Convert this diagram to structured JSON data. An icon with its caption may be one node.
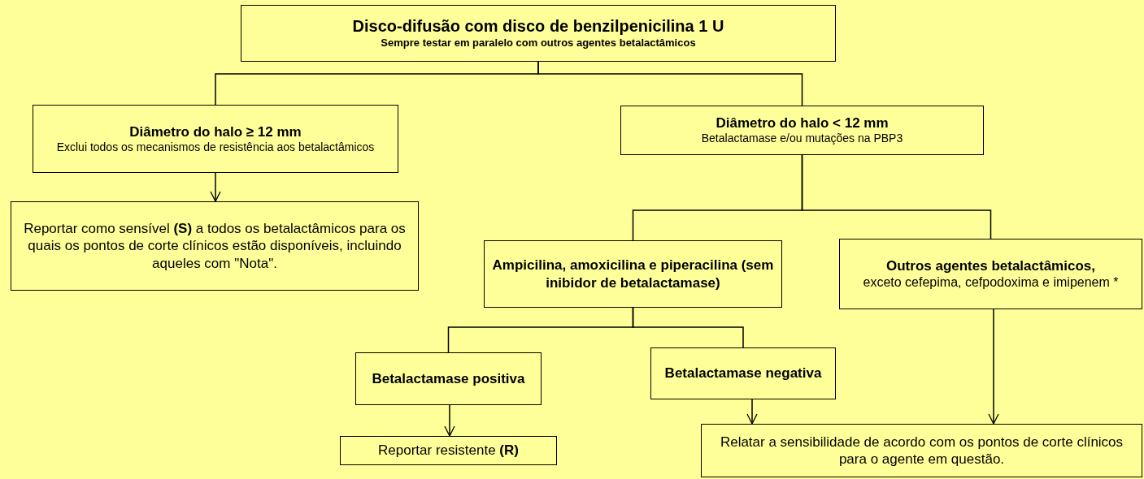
{
  "diagram": {
    "nodes": [
      {
        "text": [
          "Disco-difusão com disco de benzilpenicilina 1 U",
          "Sempre testar em paralelo com outros agentes betalactâmicos"
        ]
      },
      {
        "text": [
          "Diâmetro do halo ≥ 12 mm",
          "Exclui todos os mecanismos de resistência aos betalactâmicos"
        ]
      },
      {
        "text": [
          "Diâmetro do halo < 12 mm",
          "Betalactamase e/ou mutações na PBP3"
        ]
      },
      {
        "text": [
          "Reportar como sensível **(S)** a todos os betalactâmicos para os quais os pontos de corte clínicos estão disponíveis, incluindo aqueles com \"Nota\"."
        ]
      },
      {
        "text": [
          "Ampicilina, amoxicilina e piperacilina (sem inibidor de betalactamase)"
        ]
      },
      {
        "text": [
          "Outros agentes betalactâmicos,",
          "exceto cefepima, cefpodoxima e imipenem *"
        ]
      },
      {
        "text": [
          "Betalactamase positiva"
        ]
      },
      {
        "text": [
          "Betalactamase negativa"
        ]
      },
      {
        "text": [
          "Reportar resistente **(R)**"
        ]
      },
      {
        "text": [
          "Relatar a sensibilidade de acordo com os pontos de corte clínicos para o agente em questão."
        ]
      }
    ],
    "edges": [
      {
        "from": 0,
        "to": 1,
        "arrow": "none"
      },
      {
        "from": 0,
        "to": 2,
        "arrow": "none"
      },
      {
        "from": 1,
        "to": 3,
        "arrow": "to"
      },
      {
        "from": 2,
        "to": 4,
        "arrow": "none"
      },
      {
        "from": 2,
        "to": 5,
        "arrow": "none"
      },
      {
        "from": 4,
        "to": 6,
        "arrow": "none"
      },
      {
        "from": 4,
        "to": 7,
        "arrow": "none"
      },
      {
        "from": 6,
        "to": 8,
        "arrow": "to"
      },
      {
        "from": 7,
        "to": 9,
        "arrow": "to"
      },
      {
        "from": 5,
        "to": 9,
        "arrow": "to"
      }
    ]
  }
}
